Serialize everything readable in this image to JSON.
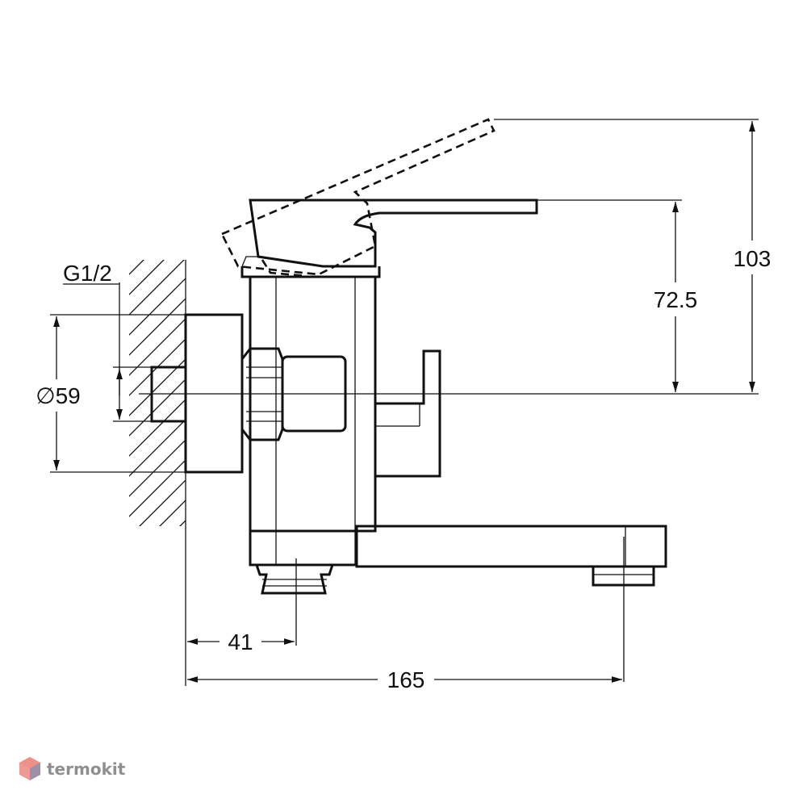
{
  "dimensions": {
    "height_total": "103",
    "height_spout": "72.5",
    "diameter": "∅59",
    "thread": "G1/2",
    "offset": "41",
    "length": "165"
  },
  "watermark": {
    "text": "termokit"
  },
  "colors": {
    "line": "#111111",
    "watermark": "#8f8f8f",
    "logo_red": "#e0463c",
    "logo_blue": "#3b82c4"
  }
}
